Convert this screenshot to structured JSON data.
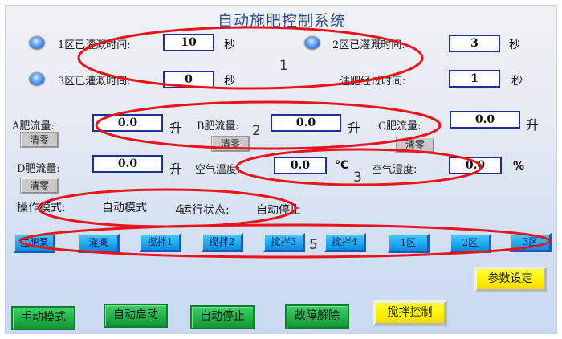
{
  "header": {
    "title": "自动施肥控制系统"
  },
  "irrigation": {
    "zone1": {
      "label": "1区已灌溉时间:",
      "value": "10",
      "unit": "秒"
    },
    "zone2": {
      "label": "2区已灌溉时间:",
      "value": "3",
      "unit": "秒"
    },
    "zone3": {
      "label": "3区已灌溉时间:",
      "value": "0",
      "unit": "秒"
    },
    "fert_elapsed": {
      "label": "注肥经过时间:",
      "value": "1",
      "unit": "秒"
    }
  },
  "flow": {
    "a": {
      "label": "A肥流量:",
      "value": "0.0",
      "unit": "升",
      "clear": "清零"
    },
    "b": {
      "label": "B肥流量:",
      "value": "0.0",
      "unit": "升",
      "clear": "清零"
    },
    "c": {
      "label": "C肥流量:",
      "value": "0.0",
      "unit": "升",
      "clear": "清零"
    },
    "d": {
      "label": "D肥流量:",
      "value": "0.0",
      "unit": "升",
      "clear": "清零"
    }
  },
  "environment": {
    "temp": {
      "label": "空气温度:",
      "value": "0.0",
      "unit": "°C"
    },
    "humidity": {
      "label": "空气湿度:",
      "value": "0.0",
      "unit": "%"
    }
  },
  "status": {
    "mode_label": "操作模式:",
    "mode_value": "自动模式",
    "run_label": "运行状态:",
    "run_value": "自动停止"
  },
  "device_buttons": [
    "注肥泵",
    "灌溉",
    "搅拌1",
    "搅拌2",
    "搅拌3",
    "搅拌4",
    "1区",
    "2区",
    "3区"
  ],
  "params_button": "参数设定",
  "bottom_buttons": {
    "manual_mode": "手动模式",
    "auto_start": "自动启动",
    "auto_stop": "自动停止",
    "fault_reset": "故障解除",
    "stir_control": "搅拌控制"
  },
  "annotations": [
    "1",
    "2",
    "3",
    "4",
    "5"
  ],
  "colors": {
    "title": "#2b4f8f",
    "value_border": "#1f2f96",
    "device_button": "#1aa8f0",
    "green_button": "#22b24a",
    "yellow_button": "#fff200",
    "annotation": "#e8141b"
  }
}
